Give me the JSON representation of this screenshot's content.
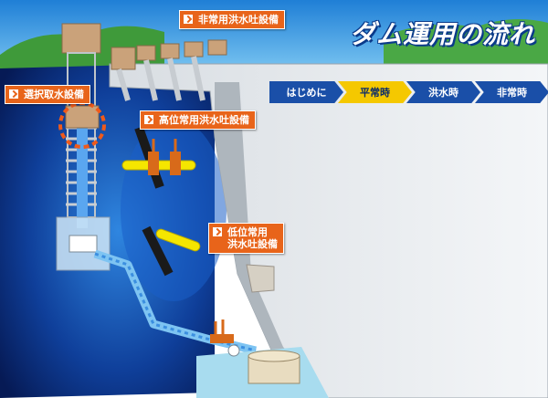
{
  "title": "ダム運用の流れ",
  "nav": {
    "steps": [
      {
        "label": "はじめに"
      },
      {
        "label": "平常時",
        "active": true
      },
      {
        "label": "洪水時"
      },
      {
        "label": "非常時"
      }
    ]
  },
  "labels": {
    "spillway": "非常用洪水吐設備",
    "intake": "選択取水設備",
    "high_outlet": "高位常用洪水吐設備",
    "low_outlet_line1": "低位常用",
    "low_outlet_line2": "洪水吐設備"
  },
  "colors": {
    "sky": "#4aa8e6",
    "water_deep": "#0a2a7a",
    "water_light": "#2f7fd8",
    "label": "#e8641a",
    "nav": "#1a4fa8",
    "nav_active": "#f5c800"
  }
}
